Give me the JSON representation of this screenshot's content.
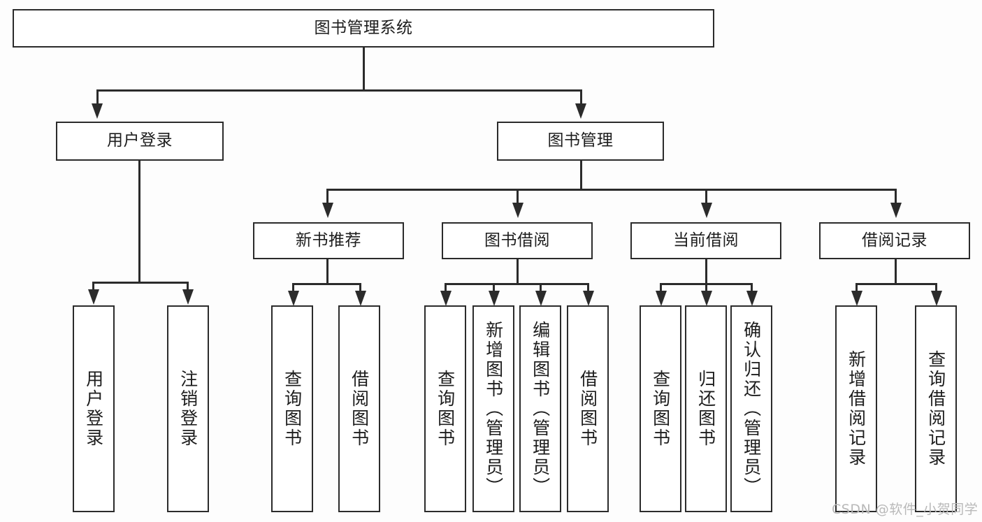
{
  "diagram": {
    "title": "图书管理系统",
    "watermark": "CSDN @软件_小贺同学",
    "colors": {
      "line": "#2b2b2b",
      "box_fill": "#ffffff",
      "background": "#fdfdfd",
      "text": "#1d1d1d",
      "watermark": "#b9b9b9"
    },
    "nodes": {
      "root": "图书管理系统",
      "user_login": "用户登录",
      "book_manage": "图书管理",
      "new_book_rec": "新书推荐",
      "book_borrow": "图书借阅",
      "current_borrow": "当前借阅",
      "borrow_record": "借阅记录",
      "leaf_user_login": "用户登录",
      "leaf_logout": "注销登录",
      "leaf_query_book_1": "查询图书",
      "leaf_borrow_book_1": "借阅图书",
      "leaf_query_book_2": "查询图书",
      "leaf_add_book_admin": "新增图书（管理员）",
      "leaf_edit_book_admin": "编辑图书（管理员）",
      "leaf_borrow_book_2": "借阅图书",
      "leaf_query_book_3": "查询图书",
      "leaf_return_book": "归还图书",
      "leaf_confirm_return_admin": "确认归还（管理员）",
      "leaf_add_borrow_record": "新增借阅记录",
      "leaf_query_borrow_record": "查询借阅记录"
    }
  }
}
